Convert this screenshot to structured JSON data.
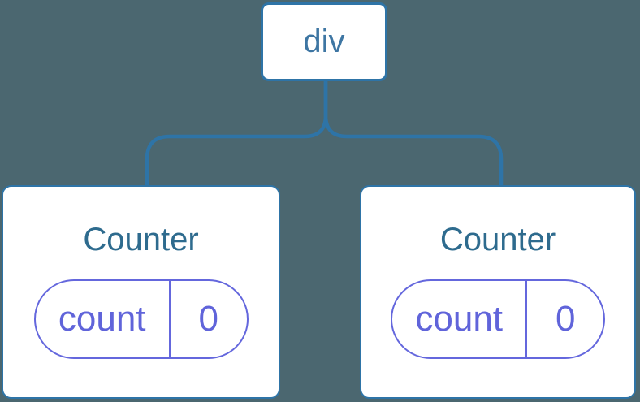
{
  "diagram": {
    "description": "Component tree: a div root element with two Counter component children, each holding its own count state",
    "root": {
      "label": "div"
    },
    "children": [
      {
        "title": "Counter",
        "state": {
          "key": "count",
          "value": "0"
        }
      },
      {
        "title": "Counter",
        "state": {
          "key": "count",
          "value": "0"
        }
      }
    ],
    "colors": {
      "background": "#4B6770",
      "connector_line": "#2E74A7",
      "node_fill": "#FFFFFF",
      "node_border": "#2E74A7",
      "node_text": "#3E76A3",
      "counter_title_text": "#2E6B8E",
      "state_pill_border": "#6467DD",
      "state_pill_text": "#6064DA"
    }
  }
}
